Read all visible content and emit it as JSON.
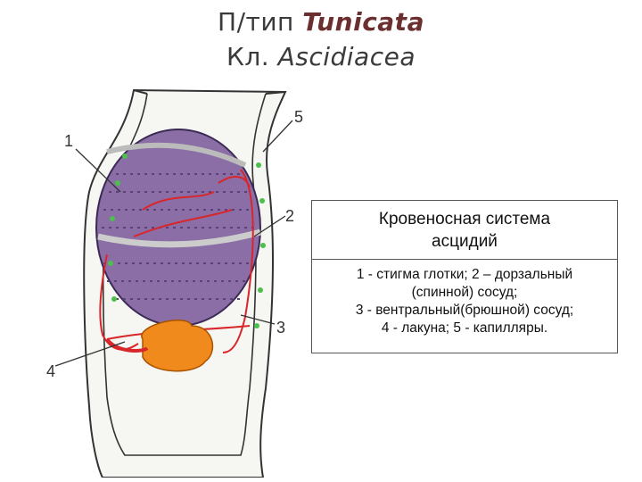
{
  "title": {
    "line1_prefix": "П/тип ",
    "line1_accent": "Tunicata",
    "line2_prefix": "Кл. ",
    "line2_italic": "Ascidiacea"
  },
  "labels": {
    "n1": "1",
    "n2": "2",
    "n3": "3",
    "n4": "4",
    "n5": "5"
  },
  "legend": {
    "heading_line1": "Кровеносная система",
    "heading_line2": "асцидий",
    "lines": [
      "1 - стигма глотки; 2 – дорзальный",
      "(спинной) сосуд;",
      "3 - вентральный(брюшной) сосуд;",
      "4 - лакуна;  5 - капилляры."
    ]
  },
  "colors": {
    "pharynx": "#8a6ea5",
    "stigma": "#5a3f78",
    "vessel": "#d8262a",
    "stomach": "#f08a1c",
    "capillary": "#4cbf4c",
    "tunic": "#f6f6f2"
  }
}
